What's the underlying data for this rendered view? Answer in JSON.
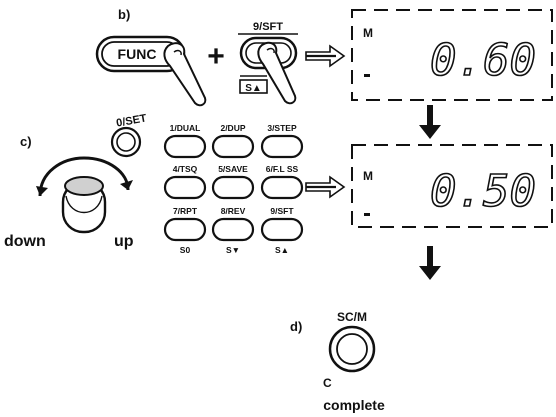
{
  "step_b": {
    "label": "b)",
    "func_key": "FUNC",
    "plus": "+",
    "shift_key_top": "9/SFT",
    "shift_key_bottom": "S▲",
    "display_mode": "M",
    "display_value": "0.60"
  },
  "step_c": {
    "label": "c)",
    "set_knob_label": "0/SET",
    "display_mode": "M",
    "display_value": "0.50",
    "dial_left": "down",
    "dial_right": "up",
    "keypad": {
      "row1": [
        "1/DUAL",
        "2/DUP",
        "3/STEP"
      ],
      "row2": [
        "4/TSQ",
        "5/SAVE",
        "6/F.L SS"
      ],
      "row3": [
        "7/RPT",
        "8/REV",
        "9/SFT"
      ],
      "row4": [
        "S0",
        "S▼",
        "S▲"
      ]
    }
  },
  "step_d": {
    "label": "d)",
    "key_top": "SC/M",
    "key_side": "C",
    "caption": "complete"
  }
}
